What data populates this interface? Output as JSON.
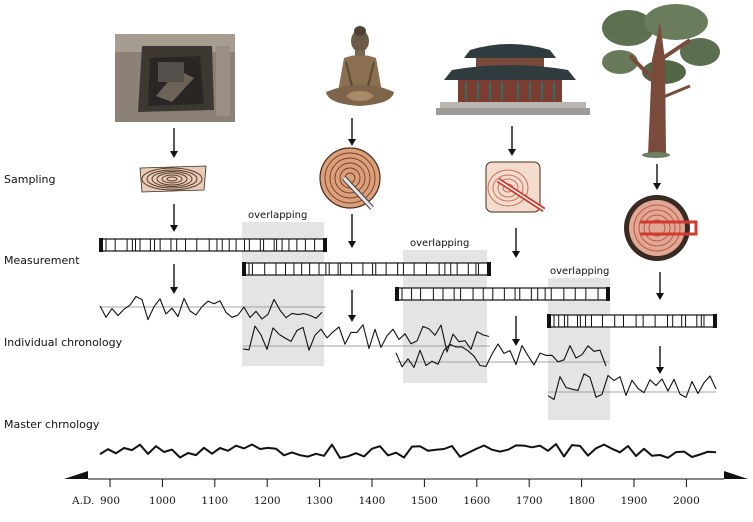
{
  "row_labels": {
    "sampling": "Sampling",
    "measurement": "Measurement",
    "individual": "Individual chronology",
    "master": "Master chrnology"
  },
  "overlap_label": "overlapping",
  "axis": {
    "prefix": "A.D.",
    "ticks": [
      "900",
      "1000",
      "1100",
      "1200",
      "1300",
      "1400",
      "1500",
      "1600",
      "1700",
      "1800",
      "1900",
      "2000"
    ]
  },
  "sources": [
    {
      "icon": "excavation-pit-photo"
    },
    {
      "icon": "buddha-statue-photo"
    },
    {
      "icon": "palace-building-photo"
    },
    {
      "icon": "living-pine-tree-photo"
    }
  ],
  "colors": {
    "overlap_band": "#e4e4e4",
    "core_red": "#d23a2f",
    "wood_tan": "#d9a07a",
    "line": "#111111"
  }
}
